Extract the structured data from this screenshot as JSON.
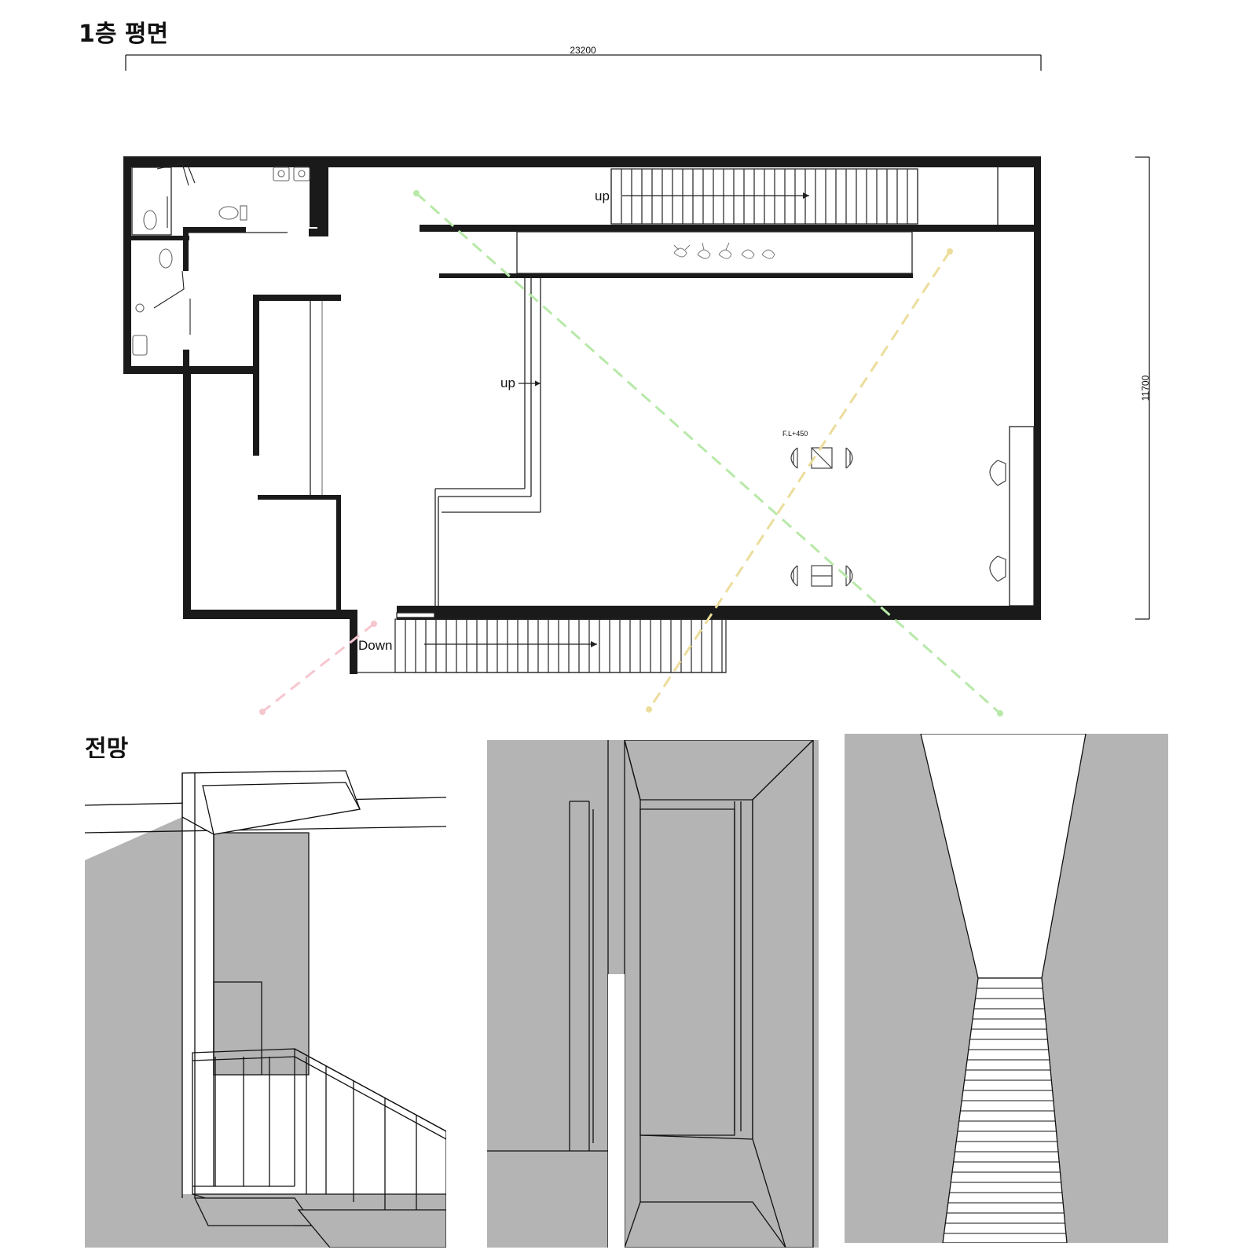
{
  "headings": {
    "floor_plan": "1층 평면",
    "views": "전망"
  },
  "dimensions": {
    "width": "23200",
    "depth": "11700"
  },
  "plan_labels": {
    "stair_up_top": "up",
    "stair_up_mid": "up",
    "stair_down": "Down",
    "floor_level": "F.L+450"
  },
  "colors": {
    "wall": "#1a1a1a",
    "view_gray": "#b4b4b4",
    "sightline_green": "#b7e9a8",
    "sightline_yellow": "#ecdd9c",
    "sightline_pink": "#f6c6cf"
  }
}
